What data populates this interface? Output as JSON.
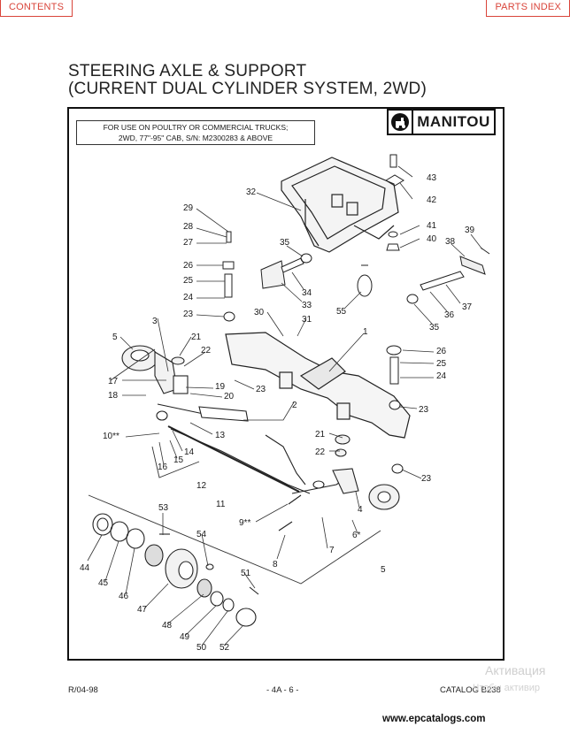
{
  "nav": {
    "contents": "CONTENTS",
    "parts_index": "PARTS INDEX"
  },
  "title": {
    "line1": "STEERING AXLE & SUPPORT",
    "line2": "(CURRENT DUAL CYLINDER SYSTEM, 2WD)"
  },
  "notice": {
    "line1": "FOR USE ON POULTRY OR COMMERCIAL TRUCKS;",
    "line2": "2WD, 77\"-95\" CAB, S/N: M2300283 & ABOVE"
  },
  "logo": {
    "text": "MANITOU",
    "icon": "manitou-logo-icon"
  },
  "callouts": [
    "43",
    "42",
    "41",
    "40",
    "39",
    "38",
    "37",
    "36",
    "35",
    "32",
    "35",
    "34",
    "33",
    "55",
    "29",
    "28",
    "27",
    "26",
    "25",
    "24",
    "23",
    "31",
    "30",
    "1",
    "3",
    "5",
    "21",
    "22",
    "17",
    "18",
    "19",
    "20",
    "23",
    "26",
    "25",
    "24",
    "23",
    "2",
    "13",
    "10**",
    "14",
    "16",
    "15",
    "12",
    "11",
    "21",
    "22",
    "23",
    "9**",
    "4",
    "6*",
    "8",
    "7",
    "5",
    "53",
    "44",
    "45",
    "46",
    "54",
    "47",
    "51",
    "48",
    "49",
    "50",
    "52"
  ],
  "footer": {
    "revision": "R/04-98",
    "page": "- 4A - 6 -",
    "catalog": "CATALOG B238"
  },
  "watermark": {
    "line1": "Активация",
    "line2": "Чтобы активир"
  },
  "site": "www.epcatalogs.com"
}
